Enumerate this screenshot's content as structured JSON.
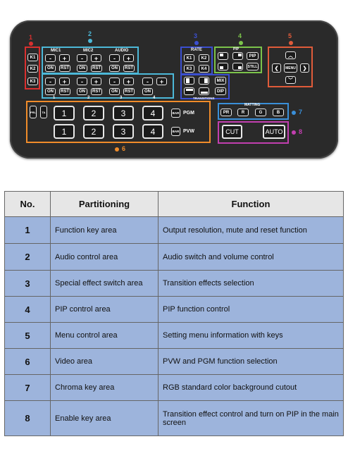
{
  "zones": {
    "z1": "1",
    "z2": "2",
    "z3": "3",
    "z4": "4",
    "z5": "5",
    "z6": "6",
    "z7": "7",
    "z8": "8"
  },
  "colors": {
    "z1": "#d9302f",
    "z2": "#4cb8d8",
    "z3": "#3b4fd0",
    "z4": "#7bc34a",
    "z5": "#e05b3a",
    "z6": "#f08c2a",
    "z7": "#3a8fd8",
    "z8": "#c23fb0"
  },
  "function_keys": [
    "K1",
    "K2",
    "K3"
  ],
  "audio": {
    "headers": [
      "MIC1",
      "MIC2",
      "AUDIO"
    ],
    "row1": [
      "-",
      "+",
      "-",
      "+",
      "-",
      "+"
    ],
    "row2": [
      "ON",
      "RST",
      "ON",
      "RST",
      "ON",
      "RST"
    ],
    "row3": [
      "-",
      "+",
      "-",
      "+",
      "-",
      "+",
      "-",
      "+"
    ],
    "row4": [
      "ON",
      "RST",
      "ON",
      "RST",
      "ON",
      "RST",
      "ON"
    ],
    "channels": [
      "1",
      "2",
      "3",
      "4"
    ]
  },
  "rate": {
    "label": "RATE",
    "keys": [
      "K1",
      "K2",
      "K3",
      "K4"
    ]
  },
  "transitions": {
    "keys": [
      "MIX",
      "DIP"
    ],
    "label": "TRANSITIONS"
  },
  "pip": {
    "label": "PIP",
    "keys": [
      "PIP",
      "STILL"
    ]
  },
  "menu": {
    "center": "MENU",
    "left": "❮",
    "right": "❯",
    "up": "︿",
    "down": "﹀"
  },
  "matting": {
    "label": "MATTING",
    "keys": [
      "PR",
      "R",
      "G",
      "B"
    ]
  },
  "video": {
    "side_keys": [
      "PRL",
      "TA"
    ],
    "pgm_numbers": [
      "1",
      "2",
      "3",
      "4"
    ],
    "pvw_numbers": [
      "1",
      "2",
      "3",
      "4"
    ],
    "bar": "BAR",
    "pgm": "PGM",
    "pvw": "PVW"
  },
  "enable": {
    "cut": "CUT",
    "auto": "AUTO"
  },
  "table": {
    "headers": [
      "No.",
      "Partitioning",
      "Function"
    ],
    "rows": [
      {
        "no": "1",
        "part": "Function key area",
        "func": "Output resolution, mute and reset function"
      },
      {
        "no": "2",
        "part": "Audio control area",
        "func": "Audio switch and volume control"
      },
      {
        "no": "3",
        "part": "Special effect switch area",
        "func": "Transition effects selection"
      },
      {
        "no": "4",
        "part": "PIP control area",
        "func": "PIP function control"
      },
      {
        "no": "5",
        "part": "Menu control area",
        "func": "Setting menu information with keys"
      },
      {
        "no": "6",
        "part": "Video area",
        "func": "PVW and PGM function selection"
      },
      {
        "no": "7",
        "part": "Chroma key area",
        "func": "RGB standard color background cutout"
      },
      {
        "no": "8",
        "part": "Enable key area",
        "func": "Transition effect control and turn on PIP in the main screen"
      }
    ]
  }
}
